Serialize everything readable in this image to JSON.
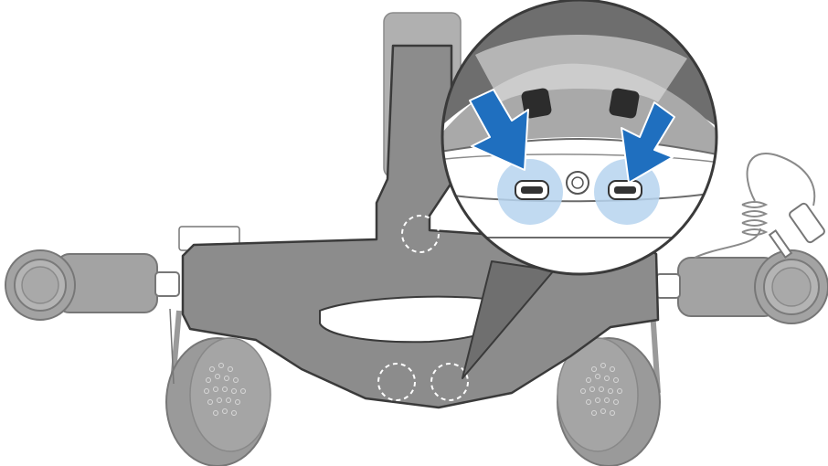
{
  "figure": {
    "subject": "headstrap-with-headphones",
    "callout": "magnified-connector-area",
    "colors": {
      "background": "#ffffff",
      "strap_fill": "#8c8c8c",
      "strap_stroke": "#3a3a3a",
      "headphone_fill": "#9a9a9a",
      "light_part_fill": "#ffffff",
      "light_part_stroke": "#6b6b6b",
      "zoom_inner_dark": "#6e6e6e",
      "zoom_inner_mid": "#a9a9a9",
      "arrow_blue": "#1f6fbf",
      "highlight_blue": "#b6d3ee",
      "dashed_circle": "#ffffff"
    },
    "icons": {
      "arrows": "down-right-arrow",
      "highlights": "circle-highlight",
      "connector_ports": "usb-port"
    }
  }
}
